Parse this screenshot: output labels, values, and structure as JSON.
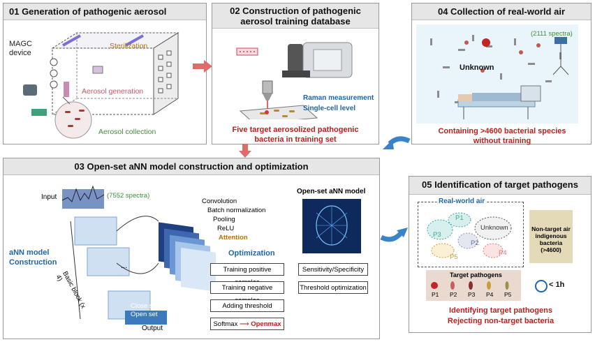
{
  "panel1": {
    "title": "01 Generation of pathogenic aerosol",
    "device_label": "MAGC device",
    "sterilization": "Sterilization",
    "aerosol_generation": "Aerosol generation",
    "aerosol_collection": "Aerosol collection"
  },
  "panel2": {
    "title": "02 Construction of pathogenic aerosol training database",
    "raman": "Raman measurement",
    "single_cell": "Single-cell level",
    "caption": "Five target aerosolized pathogenic bacteria in training set"
  },
  "panel4": {
    "title": "04 Collection of real-world air",
    "spectra": "(2111 spectra)",
    "unknown": "Unknown",
    "caption": "Containing >4600 bacterial species without training"
  },
  "panel3": {
    "title": "03 Open-set aNN model construction and optimization",
    "input": "Input",
    "spectra": "(7552 spectra)",
    "ann_label": "aNN model Construction",
    "basic_block": "Basic block (x 4)",
    "close_set": "Close set",
    "open_set": "Open set",
    "output": "Output",
    "layers": [
      "Convolution",
      "Batch normalization",
      "Pooling",
      "ReLU",
      "Attention"
    ],
    "optimization_title": "Optimization",
    "opt_steps": [
      "Training positive samples",
      "Training negative samples",
      "Adding threshold"
    ],
    "softmax": "Softmax",
    "openmax": "Openmax",
    "model_title": "Open-set aNN model",
    "sensitivity": "Sensitivity/Specificity",
    "threshold": "Threshold optimization",
    "dots": "..."
  },
  "panel5": {
    "title": "05 Identification of target pathogens",
    "realworld": "Real-world air",
    "clusters": [
      "P1",
      "P3",
      "P2",
      "P5",
      "P4"
    ],
    "unknown": "Unknown",
    "nontarget": "Non-target air indigenous bacteria (>4600)",
    "target_title": "Target pathogens",
    "targets": [
      "P1",
      "P2",
      "P3",
      "P4",
      "P5"
    ],
    "time": "< 1h",
    "caption1": "Identifying target pathogens",
    "caption2": "Rejecting non-target bacteria"
  },
  "colors": {
    "accent_red": "#b8211c",
    "accent_blue": "#1f66a8",
    "arrow_red": "#e06b6b",
    "arrow_blue": "#3b83c9"
  }
}
